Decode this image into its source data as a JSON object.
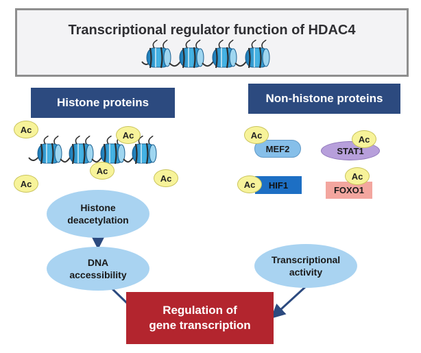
{
  "title": "Transcriptional regulator function of HDAC4",
  "headers": {
    "histone": "Histone proteins",
    "non_histone": "Non-histone proteins"
  },
  "ac_label": "Ac",
  "proteins": {
    "mef2": "MEF2",
    "stat1": "STAT1",
    "hif1": "HIF1",
    "foxo1": "FOXO1"
  },
  "process": {
    "histone_deacetylation": "Histone\ndeacetylation",
    "dna_accessibility": "DNA\naccessibility",
    "transcriptional_activity": "Transcriptional\nactivity"
  },
  "result": "Regulation of\ngene transcription",
  "colors": {
    "header_bg": "#2c4a7f",
    "result_bg": "#b3252e",
    "ellipse_bg": "#a9d3f1",
    "ac_bg": "#f7f39a",
    "arrow": "#2c4a7f",
    "nucleosome": "#2f9fd4"
  }
}
